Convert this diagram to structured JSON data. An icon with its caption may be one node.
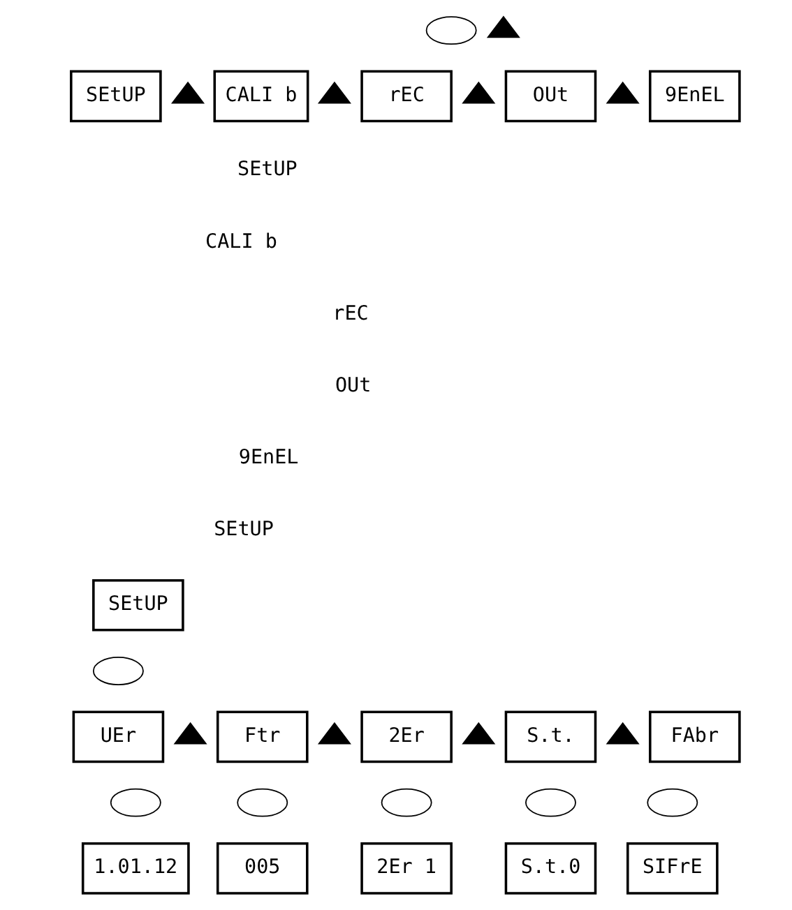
{
  "diagram": {
    "nodes": [
      {
        "text": [],
        "shape": "ellipse"
      },
      {
        "text": [],
        "shape": "button"
      },
      {
        "text": [
          "SEtUP"
        ]
      },
      {
        "text": [],
        "shape": "button"
      },
      {
        "text": [
          "CALI b"
        ]
      },
      {
        "text": [],
        "shape": "button"
      },
      {
        "text": [
          "rEC"
        ]
      },
      {
        "text": [],
        "shape": "button"
      },
      {
        "text": [
          "OUt"
        ]
      },
      {
        "text": [],
        "shape": "button"
      },
      {
        "text": [
          "9EnEL"
        ]
      },
      {
        "text": [
          "SEtUP"
        ]
      },
      {
        "text": [],
        "shape": "ellipse"
      },
      {
        "text": [
          "UEr"
        ]
      },
      {
        "text": [],
        "shape": "button"
      },
      {
        "text": [
          "Ftr"
        ]
      },
      {
        "text": [],
        "shape": "button"
      },
      {
        "text": [
          "2Er"
        ]
      },
      {
        "text": [],
        "shape": "button"
      },
      {
        "text": [
          "S.t."
        ]
      },
      {
        "text": [],
        "shape": "button"
      },
      {
        "text": [
          "FAbr"
        ]
      },
      {
        "text": [],
        "shape": "ellipse"
      },
      {
        "text": [],
        "shape": "ellipse"
      },
      {
        "text": [],
        "shape": "ellipse"
      },
      {
        "text": [],
        "shape": "ellipse"
      },
      {
        "text": [],
        "shape": "ellipse"
      },
      {
        "text": [
          "1.01.12"
        ]
      },
      {
        "text": [
          "005"
        ]
      },
      {
        "text": [
          "2Er 1"
        ]
      },
      {
        "text": [
          "S.t.0"
        ]
      },
      {
        "text": [
          "SIFrE"
        ]
      }
    ],
    "labels": [
      "SEtUP",
      "CALI b",
      "rEC",
      "OUt",
      "9EnEL",
      "SEtUP"
    ]
  }
}
